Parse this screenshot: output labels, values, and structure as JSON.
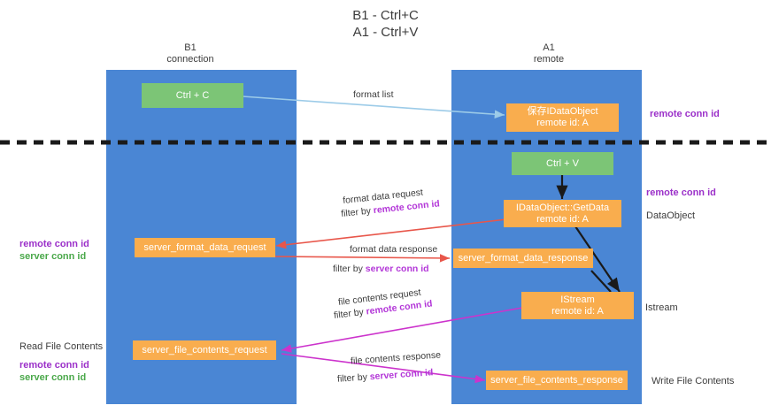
{
  "title": "B1 - Ctrl+C\nA1 - Ctrl+V",
  "columns": [
    {
      "name": "left-column-header",
      "label": "B1\nconnection"
    },
    {
      "name": "right-column-header",
      "label": "A1\nremote"
    }
  ],
  "nodes": {
    "ctrl_c": "Ctrl + C",
    "save_dataobject": "保存IDataObject\nremote id: A",
    "ctrl_v": "Ctrl + V",
    "getdata": "IDataObject::GetData\nremote id: A",
    "server_format_data_request": "server_format_data_request",
    "server_format_data_response": "server_format_data_response",
    "istream": "IStream\nremote id: A",
    "server_file_contents_request": "server_file_contents_request",
    "server_file_contents_response": "server_file_contents_response"
  },
  "right_labels": {
    "remote_conn_id_top": "remote conn id",
    "remote_conn_id_mid": "remote conn id",
    "dataobject": "DataObject",
    "istream": "Istream",
    "write_file_contents": "Write File Contents"
  },
  "left_labels": {
    "remote_conn_id": "remote conn id",
    "server_conn_id": "server conn id",
    "read_file_contents": "Read File Contents",
    "remote_conn_id_2": "remote conn id",
    "server_conn_id_2": "server conn id"
  },
  "edges": {
    "format_list": "format list",
    "format_data_request": "format data request",
    "format_data_request_filter_prefix": "filter by ",
    "format_data_request_filter_key": "remote conn id",
    "format_data_response": "format data response",
    "format_data_response_filter_prefix": "filter by ",
    "format_data_response_filter_key": "server conn id",
    "file_contents_request": "file contents request",
    "file_contents_request_filter_prefix": "filter by ",
    "file_contents_request_filter_key": "remote conn id",
    "file_contents_response": "file contents response",
    "file_contents_response_filter_prefix": "filter by ",
    "file_contents_response_filter_key": "server conn id"
  },
  "colors": {
    "swimlane": "#4a86d4",
    "green_node": "#7cc576",
    "orange_node": "#f9ad4e",
    "purple": "#b337d8",
    "green_text": "#4aa84a",
    "red_arrow": "#e8564a",
    "magenta_arrow": "#cc33cc",
    "light_blue_arrow": "#9ccbe8",
    "black_arrow": "#1a1a1a"
  }
}
